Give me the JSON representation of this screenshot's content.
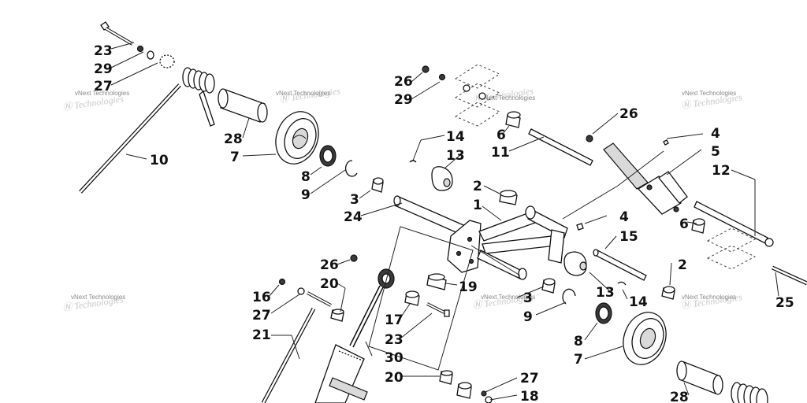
{
  "watermark": {
    "text": "vNext Technologies",
    "instances": [
      "wm1",
      "wm2",
      "wm3",
      "wm4",
      "wm5",
      "wm6"
    ]
  },
  "callouts": {
    "c1": "23",
    "c2": "29",
    "c3": "27",
    "c4": "10",
    "c5": "28",
    "c6": "7",
    "c7": "8",
    "c8": "9",
    "c9": "3",
    "c10": "24",
    "c11": "26",
    "c12": "29",
    "c13": "6",
    "c14": "11",
    "c15": "26",
    "c16": "4",
    "c17": "5",
    "c18": "12",
    "c19": "14",
    "c20": "13",
    "c21": "2",
    "c22": "1",
    "c23": "4",
    "c24": "15",
    "c25": "6",
    "c26": "2",
    "c27": "25",
    "c28": "26",
    "c29": "20",
    "c30": "19",
    "c31": "16",
    "c32": "27",
    "c33": "21",
    "c34": "17",
    "c35": "23",
    "c36": "30",
    "c37": "20",
    "c38": "3",
    "c39": "9",
    "c40": "13",
    "c41": "14",
    "c42": "8",
    "c43": "7",
    "c44": "27",
    "c45": "18",
    "c46": "28"
  }
}
